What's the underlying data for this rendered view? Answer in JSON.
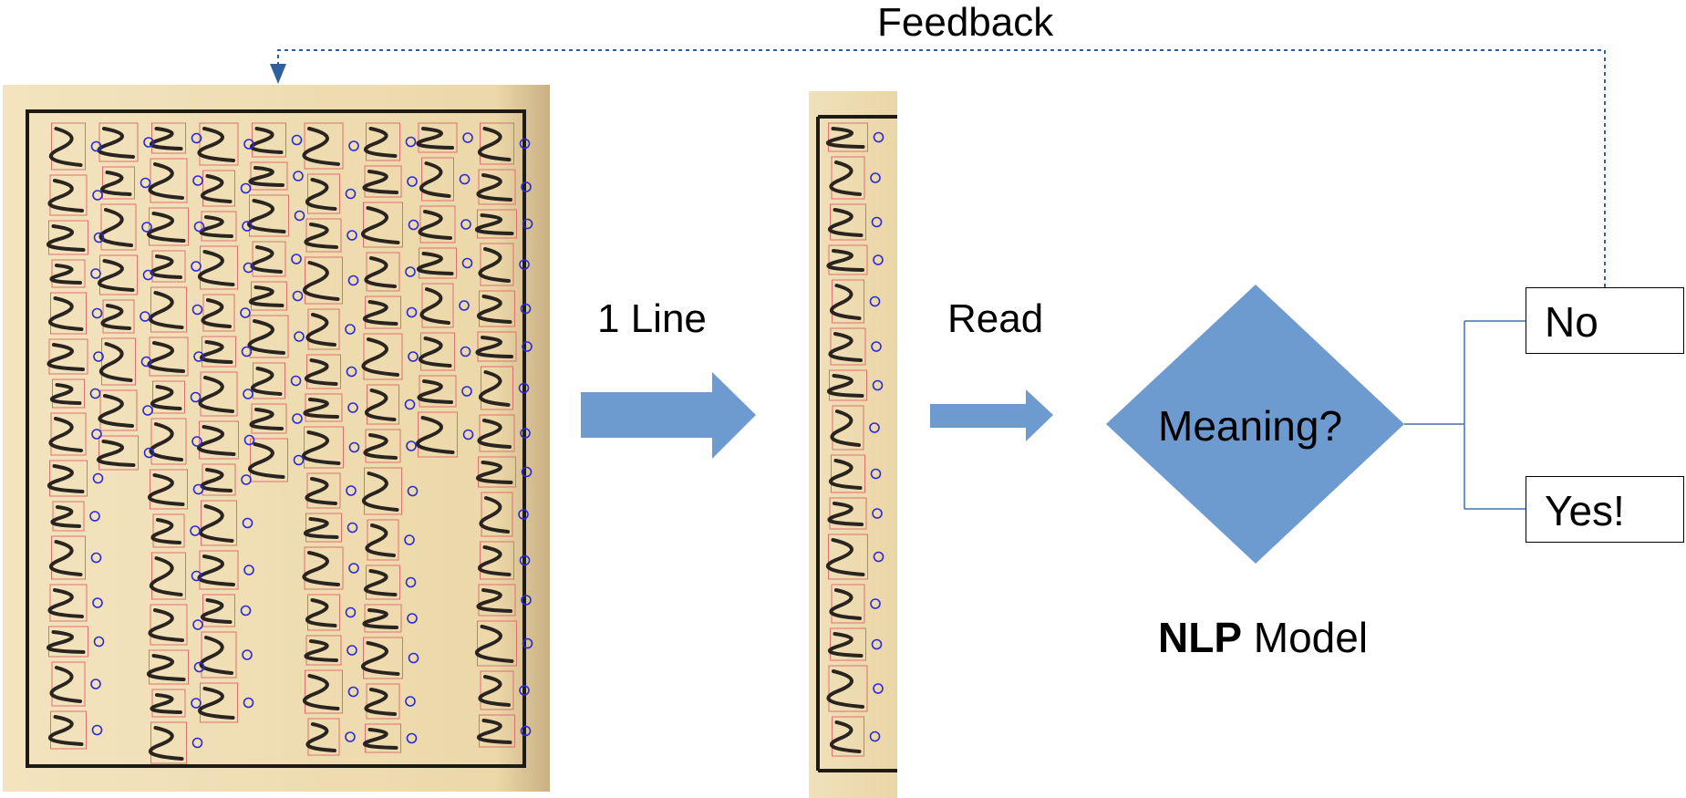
{
  "diagram": {
    "feedback_label": "Feedback",
    "step1_label": "1 Line",
    "step2_label": "Read",
    "decision_label": "Meaning?",
    "model_label_bold": "NLP",
    "model_label_rest": " Model",
    "outcome_no": "No",
    "outcome_yes": "Yes!"
  },
  "colors": {
    "shape_fill": "#6d9bd0",
    "connector": "#3f72ad",
    "feedback_line": "#2f5f9e",
    "paper": "#efdcb0",
    "ink": "#2a2420",
    "annotation": "#2b2bd6",
    "char_box": "#e07070"
  },
  "images": {
    "page_scan": "handwritten-japanese-book-page",
    "line_crop": "single-line-crop"
  }
}
